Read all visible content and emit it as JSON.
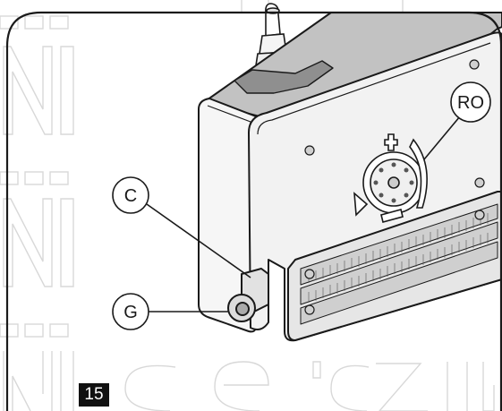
{
  "figure": {
    "number": "15",
    "callouts": {
      "c": "C",
      "g": "G",
      "ro": "RO"
    }
  },
  "colors": {
    "frame": "#1a1a1a",
    "watermark": "#d6d6d6",
    "housing_front": "#efefef",
    "housing_top": "#bdbdbd",
    "housing_side": "#f7f7f7",
    "figure_badge": "#111111"
  },
  "watermark": "Nice.cz"
}
